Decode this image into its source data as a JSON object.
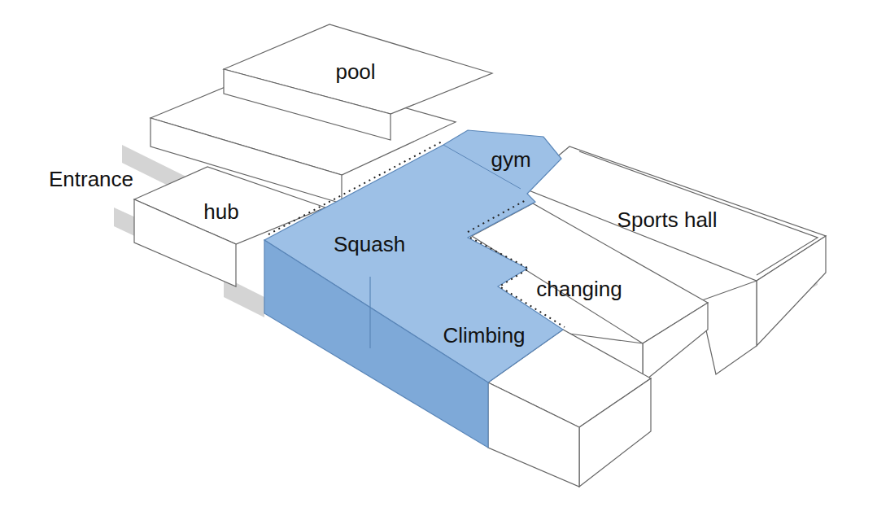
{
  "diagram": {
    "labels": [
      "pool",
      "Entrance",
      "hub",
      "gym",
      "Sports hall",
      "Squash",
      "changing",
      "Climbing"
    ]
  }
}
